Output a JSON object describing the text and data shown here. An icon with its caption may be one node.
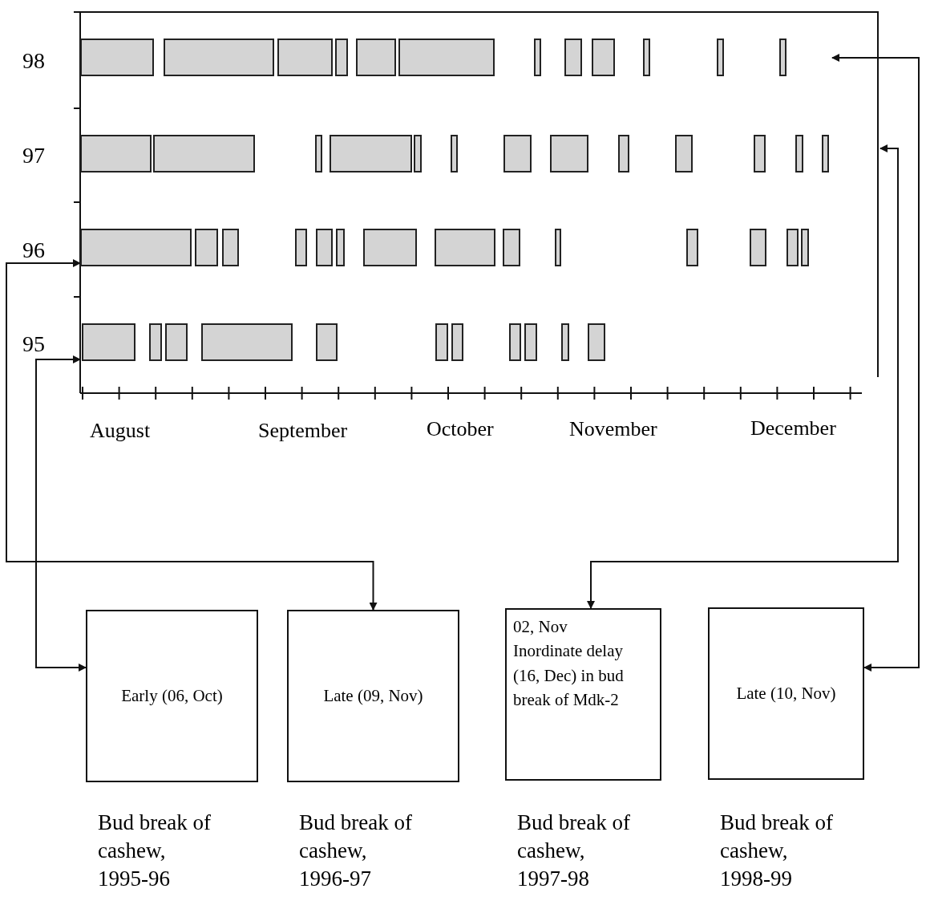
{
  "diagram": {
    "nodes": [
      {
        "text": [],
        "shape": "bar"
      },
      {
        "text": [],
        "shape": "bar"
      },
      {
        "text": [],
        "shape": "bar"
      },
      {
        "text": [],
        "shape": "bar"
      },
      {
        "text": [
          "Early (06, Oct)"
        ],
        "beside": [
          "Bud break of cashew, 1995-96"
        ]
      },
      {
        "text": [
          "Late (09, Nov)"
        ],
        "beside": [
          "Bud break of cashew, 1996-97"
        ]
      },
      {
        "text": [
          "02, Nov",
          "Inordinate delay (16, Dec) in bud break of Mdk-2"
        ],
        "beside": [
          "Bud break of cashew, 1997-98"
        ]
      },
      {
        "text": [
          "Late (10, Nov)"
        ],
        "beside": [
          "Bud break of cashew, 1998-99"
        ]
      }
    ],
    "edges": [
      {
        "from": 4,
        "to": 3,
        "arrow": "both"
      },
      {
        "from": 5,
        "to": 2,
        "arrow": "both"
      },
      {
        "from": 6,
        "to": 1,
        "arrow": "both"
      },
      {
        "from": 7,
        "to": 0,
        "arrow": "both"
      }
    ],
    "labels": [
      "98",
      "97",
      "96",
      "95",
      "August",
      "September",
      "October",
      "November",
      "December"
    ]
  }
}
